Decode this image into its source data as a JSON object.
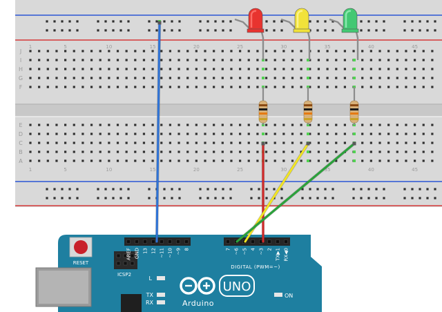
{
  "breadboard": {
    "columns_top": [
      "1",
      "5",
      "10",
      "15",
      "20",
      "25",
      "30",
      "35",
      "40",
      "45"
    ],
    "columns_bottom": [
      "1",
      "5",
      "10",
      "15",
      "20",
      "25",
      "30",
      "35",
      "40",
      "45"
    ],
    "rows_upper": [
      "J",
      "I",
      "H",
      "G",
      "F"
    ],
    "rows_lower": [
      "E",
      "D",
      "C",
      "B",
      "A"
    ]
  },
  "leds": [
    {
      "id": "red",
      "color": "#e8332f",
      "tint": "#ff7a74"
    },
    {
      "id": "yellow",
      "color": "#f1e23a",
      "tint": "#fff7a0"
    },
    {
      "id": "green",
      "color": "#43c873",
      "tint": "#9ff0bd"
    }
  ],
  "wires": {
    "gnd_color": "#2f73d6",
    "red_color": "#d42a2a",
    "yellow_color": "#f2e521",
    "green_color": "#2aa23a"
  },
  "arduino": {
    "board_color": "#1e7fa0",
    "reset_label": "RESET",
    "icsp_label": "ICSP2",
    "header_top_left": [
      "AREF",
      "GND",
      "13",
      "12",
      "~11",
      "~10",
      "~9",
      "8"
    ],
    "header_top_right": [
      "7",
      "~6",
      "~5",
      "4",
      "~3",
      "2",
      "TX▶1",
      "RX◀0"
    ],
    "digital_label": "DIGITAL (PWM=~)",
    "led_l_label": "L",
    "tx_label": "TX",
    "rx_label": "RX",
    "logo_text": "UNO",
    "brand_text": "Arduino",
    "on_label": "ON"
  }
}
